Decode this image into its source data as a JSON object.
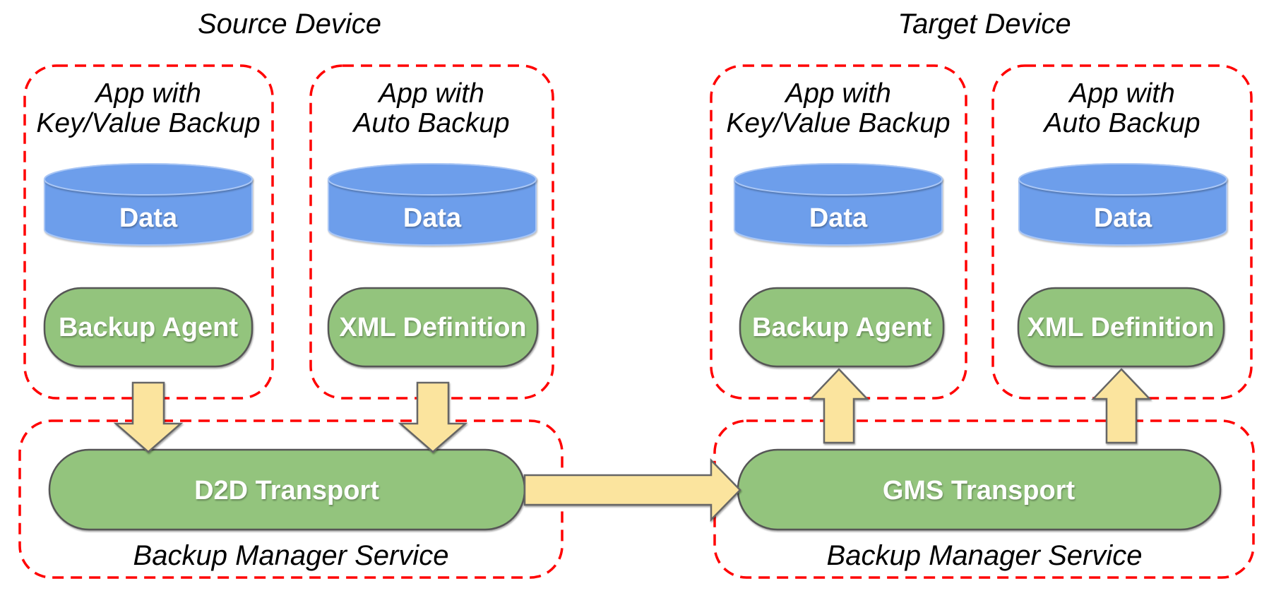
{
  "colors": {
    "boundary_red": "#ff0000",
    "component_green": "#93c47d",
    "data_blue": "#6d9eeb",
    "arrow_yellow": "#fbe49e",
    "shape_text_white": "#ffffff",
    "label_text_black": "#000000"
  },
  "source_device": {
    "title": "Source Device",
    "apps": [
      {
        "name_line1": "App with",
        "name_line2": "Key/Value Backup",
        "data_store": "Data",
        "backup_component": "Backup Agent"
      },
      {
        "name_line1": "App with",
        "name_line2": "Auto Backup",
        "data_store": "Data",
        "backup_component": "XML Definition"
      }
    ],
    "backup_manager": {
      "transport": "D2D Transport",
      "service_label": "Backup Manager Service"
    }
  },
  "target_device": {
    "title": "Target Device",
    "apps": [
      {
        "name_line1": "App with",
        "name_line2": "Key/Value Backup",
        "data_store": "Data",
        "backup_component": "Backup Agent"
      },
      {
        "name_line1": "App with",
        "name_line2": "Auto Backup",
        "data_store": "Data",
        "backup_component": "XML Definition"
      }
    ],
    "backup_manager": {
      "transport": "GMS Transport",
      "service_label": "Backup Manager Service"
    }
  }
}
